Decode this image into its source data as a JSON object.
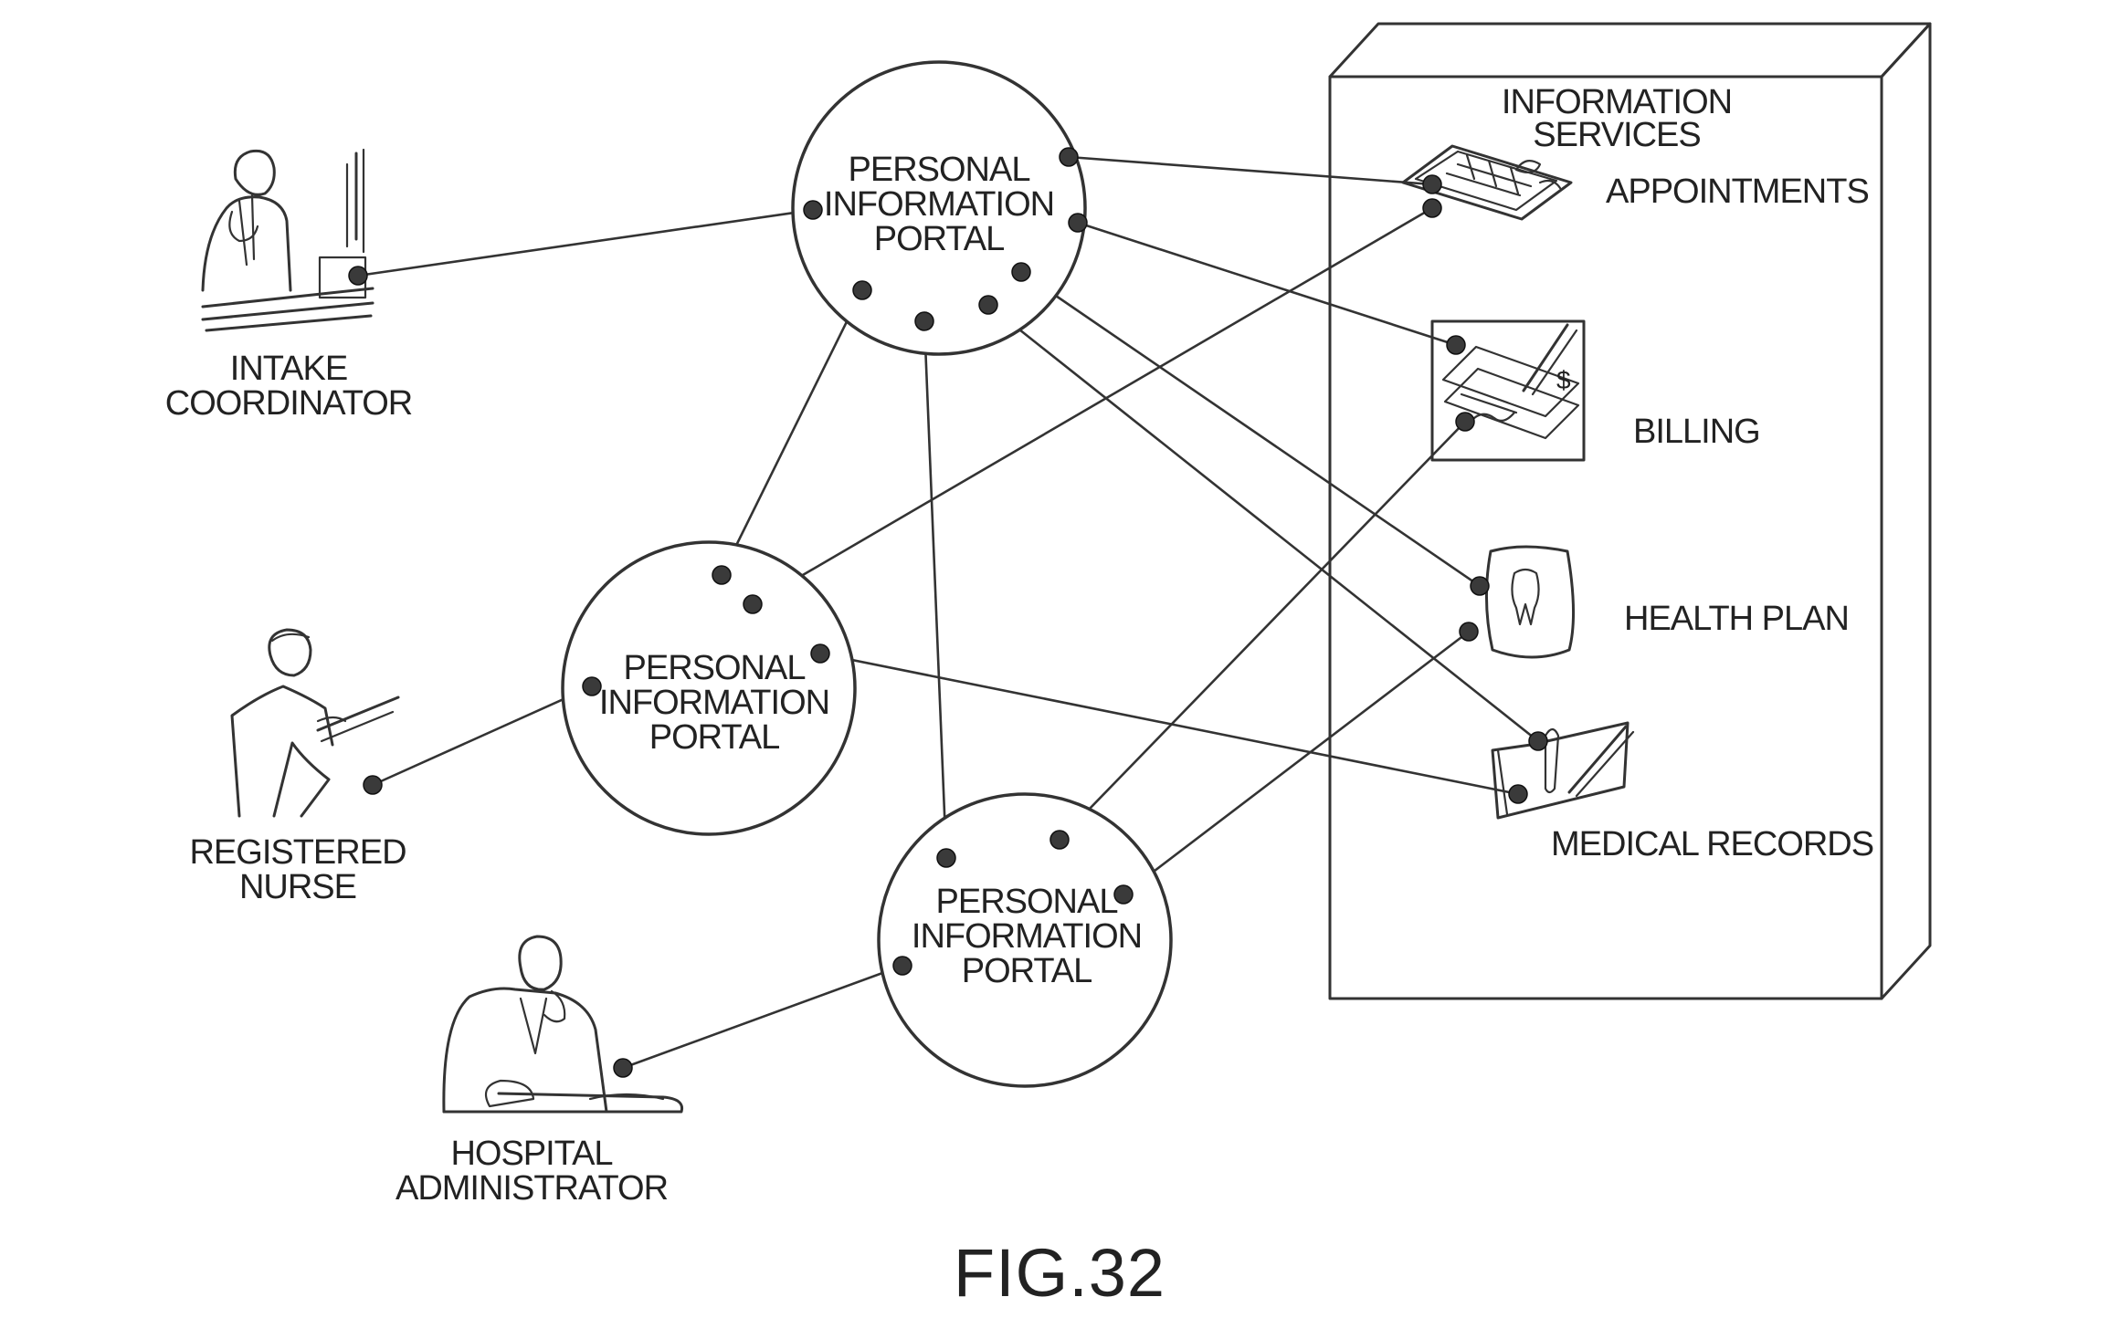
{
  "figure_label": "FIG.32",
  "info_services": {
    "title_lines": [
      "INFORMATION",
      "SERVICES"
    ],
    "items": {
      "appointments": "APPOINTMENTS",
      "billing": "BILLING",
      "health_plan": "HEALTH PLAN",
      "medical_records": "MEDICAL RECORDS"
    }
  },
  "portals": [
    {
      "id": "top",
      "lines": [
        "PERSONAL",
        "INFORMATION",
        "PORTAL"
      ]
    },
    {
      "id": "middle",
      "lines": [
        "PERSONAL",
        "INFORMATION",
        "PORTAL"
      ]
    },
    {
      "id": "bottom",
      "lines": [
        "PERSONAL",
        "INFORMATION",
        "PORTAL"
      ]
    }
  ],
  "actors": {
    "intake_coordinator": [
      "INTAKE",
      "COORDINATOR"
    ],
    "registered_nurse": [
      "REGISTERED",
      "NURSE"
    ],
    "hospital_administrator": [
      "HOSPITAL",
      "ADMINISTRATOR"
    ]
  },
  "icons": {
    "intake_coordinator": "person-at-computer-icon",
    "registered_nurse": "nurse-with-clipboard-icon",
    "hospital_administrator": "person-on-phone-icon",
    "appointments": "calendar-icon",
    "billing": "check-payment-icon",
    "health_plan": "tooth-card-icon",
    "medical_records": "record-pen-icon"
  }
}
